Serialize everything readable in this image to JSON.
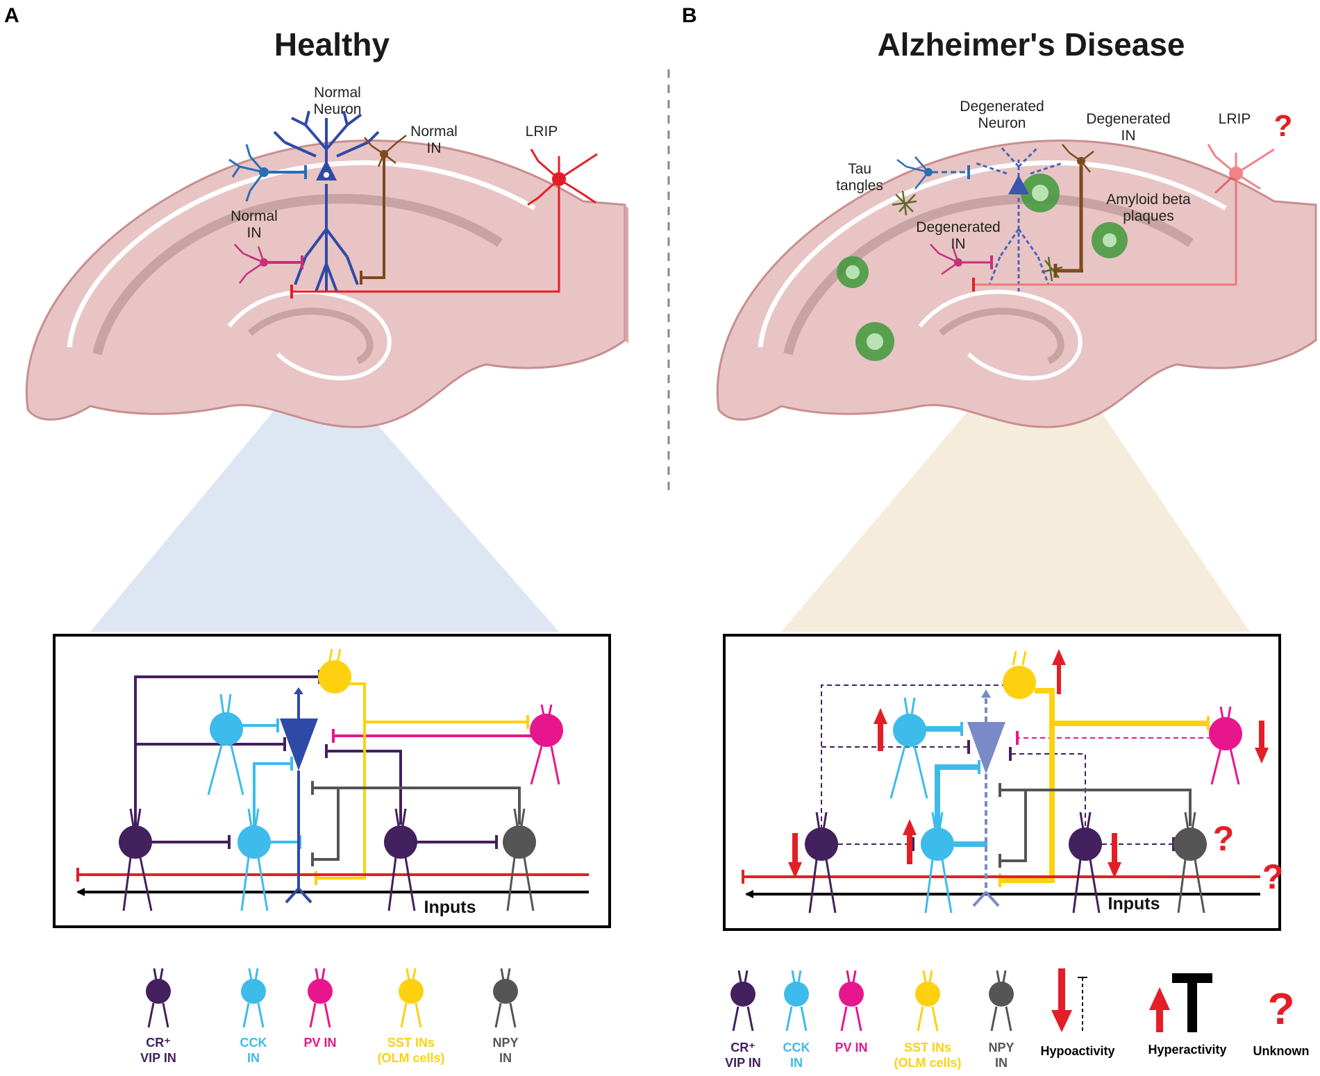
{
  "panels": [
    {
      "letter": "A",
      "title": "Healthy",
      "labels": {
        "neuron": [
          "Normal",
          "Neuron"
        ],
        "in_top": [
          "Normal",
          "IN"
        ],
        "in_left": [
          "Normal",
          "IN"
        ],
        "lrip": "LRIP"
      },
      "inputs": "Inputs"
    },
    {
      "letter": "B",
      "title": "Alzheimer's Disease",
      "labels": {
        "neuron": [
          "Degenerated",
          "Neuron"
        ],
        "in_top": [
          "Degenerated",
          "IN"
        ],
        "in_left": [
          "Degenerated",
          "IN"
        ],
        "lrip": "LRIP",
        "lrip_mark": "?",
        "tau": [
          "Tau",
          "tangles"
        ],
        "amyloid": [
          "Amyloid beta",
          "plaques"
        ]
      },
      "inputs": "Inputs"
    }
  ],
  "legend_cells": [
    {
      "key": "vip",
      "label": [
        "CR⁺",
        "VIP IN"
      ],
      "color": "#43205e"
    },
    {
      "key": "cck",
      "label": [
        "CCK",
        "IN"
      ],
      "color": "#3dbbea"
    },
    {
      "key": "pv",
      "label": [
        "PV IN"
      ],
      "color": "#e8168c"
    },
    {
      "key": "sst",
      "label": [
        "SST INs",
        "(OLM cells)"
      ],
      "color": "#fdd10f"
    },
    {
      "key": "npy",
      "label": [
        "NPY",
        "IN"
      ],
      "color": "#555555"
    }
  ],
  "legend_activity": {
    "hypo": "Hypoactivity",
    "hyper": "Hyperactivity",
    "unknown": "Unknown",
    "unknown_mark": "?"
  },
  "colors": {
    "pyramidal": "#2f4aa6",
    "pyramidal_faded": "#7a8ac8",
    "lrip": "#e41e26",
    "arrow": "#e41e26",
    "amyloid": "#3e9a3a",
    "hippocampus": "#e8c4c4",
    "cone_healthy": "#dfe6f3",
    "cone_ad": "#f6ecdc"
  }
}
